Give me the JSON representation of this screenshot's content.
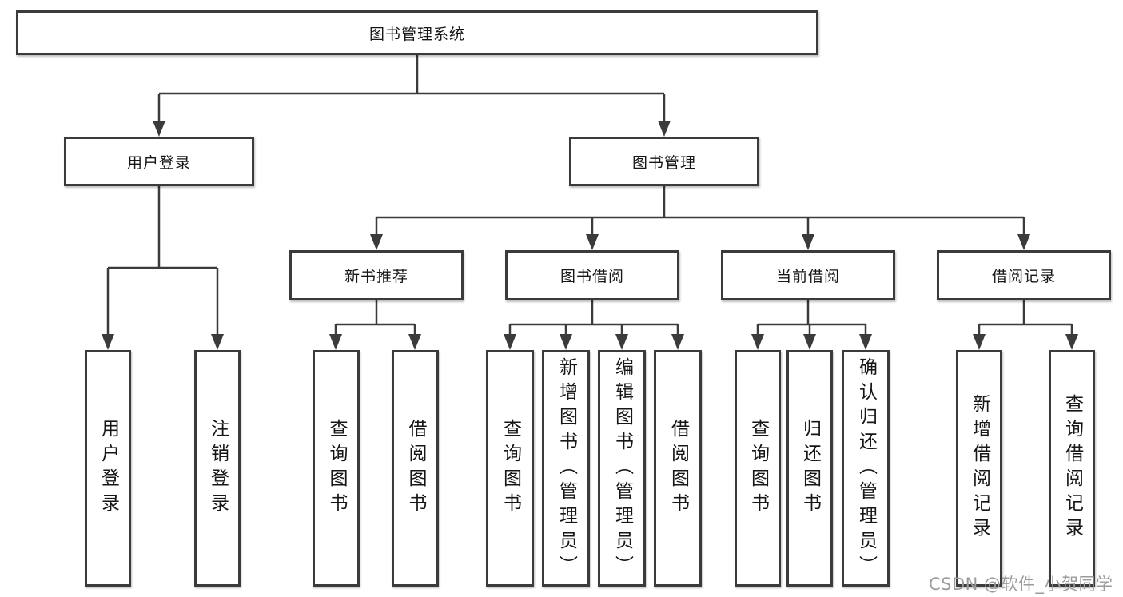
{
  "title": "图书管理系统",
  "watermark": {
    "text": "CSDN @软件_小贺同学"
  },
  "colors": {
    "line": "#3b3b3b",
    "box_border": "#3b3b3b",
    "box_fill": "#ffffff",
    "text": "#161616",
    "watermark": "#9b9b9b",
    "background": "#ffffff"
  },
  "nodes": {
    "root": "图书管理系统",
    "level2": {
      "user_login": "用户登录",
      "book_mgmt": "图书管理"
    },
    "level3": {
      "new_book_rec": "新书推荐",
      "book_borrow": "图书借阅",
      "current_borrow": "当前借阅",
      "borrow_records": "借阅记录"
    },
    "leaves": {
      "user_login_group": {
        "login": "用户登录",
        "logout": "注销登录"
      },
      "new_book_rec_group": {
        "query_books": "查询图书",
        "borrow_books": "借阅图书"
      },
      "book_borrow_group": {
        "query_books": "查询图书",
        "add_books": "新增图书（管理员）",
        "edit_books": "编辑图书（管理员）",
        "borrow_books": "借阅图书"
      },
      "current_borrow_group": {
        "query_books": "查询图书",
        "return_books": "归还图书",
        "confirm_return": "确认归还（管理员）"
      },
      "borrow_records_group": {
        "add_record": "新增借阅记录",
        "query_record": "查询借阅记录"
      }
    }
  }
}
